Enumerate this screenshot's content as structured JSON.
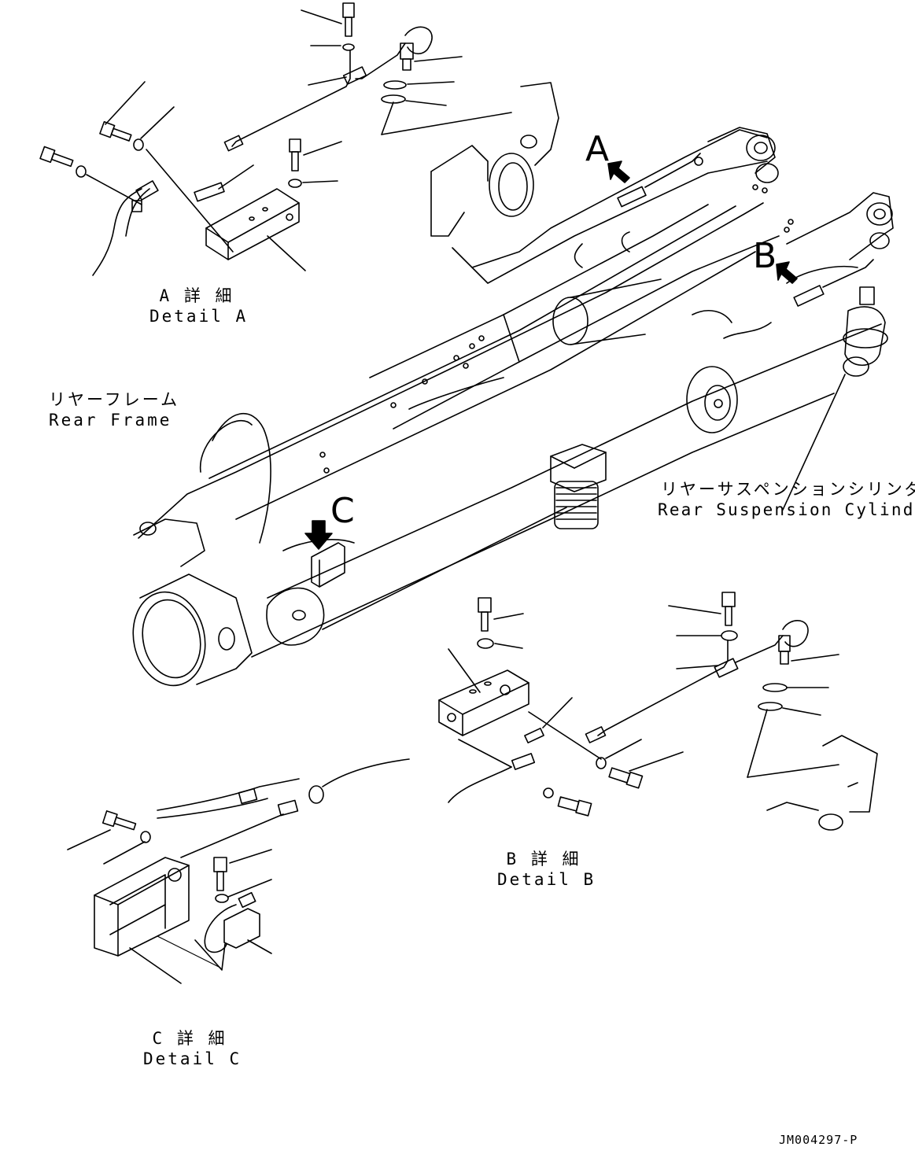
{
  "callouts": {
    "a": "A",
    "b": "B",
    "c": "C"
  },
  "detail_a": {
    "jp": "A 詳 細",
    "en": "Detail A"
  },
  "detail_b": {
    "jp": "B 詳 細",
    "en": "Detail B"
  },
  "detail_c": {
    "jp": "C 詳 細",
    "en": "Detail C"
  },
  "rear_frame": {
    "jp": "リヤーフレーム",
    "en": "Rear Frame"
  },
  "rear_suspension_cylinder": {
    "jp": "リヤーサスペンションシリンダ",
    "en": "Rear Suspension Cylinder"
  },
  "drawing_code": "JM004297-P",
  "colors": {
    "line": "#000000",
    "background": "#ffffff"
  }
}
